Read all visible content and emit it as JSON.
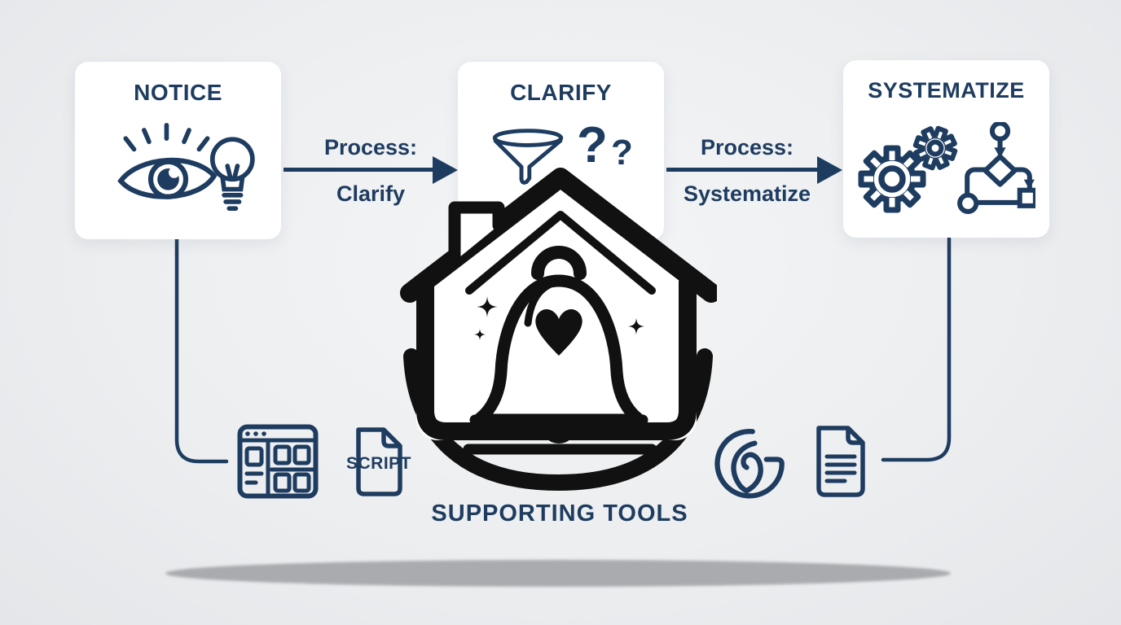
{
  "palette": {
    "navy": "#1e3c5f",
    "icon_black": "#111111",
    "card_bg": "#ffffff",
    "background": "#eceef0",
    "ground_shadow": "#a9abae"
  },
  "stages": [
    {
      "title": "NOTICE",
      "icons": [
        "eye-icon",
        "lightbulb-icon"
      ]
    },
    {
      "title": "CLARIFY",
      "icons": [
        "funnel-icon",
        "question-marks"
      ],
      "q1": "?",
      "q2": "?"
    },
    {
      "title": "SYSTEMATIZE",
      "icons": [
        "gears-icon",
        "flowchart-icon"
      ]
    }
  ],
  "arrows": [
    {
      "top": "Process:",
      "bottom": "Clarify"
    },
    {
      "top": "Process:",
      "bottom": "Systematize"
    }
  ],
  "center": {
    "icon": "house-bell-heart-icon"
  },
  "tools": {
    "label": "SUPPORTING TOOLS",
    "items": [
      {
        "icon": "browser-window-icon"
      },
      {
        "icon": "script-file-icon",
        "label": "SCRIPT"
      },
      {
        "icon": "shutter-swirl-icon"
      },
      {
        "icon": "text-document-icon"
      }
    ]
  }
}
